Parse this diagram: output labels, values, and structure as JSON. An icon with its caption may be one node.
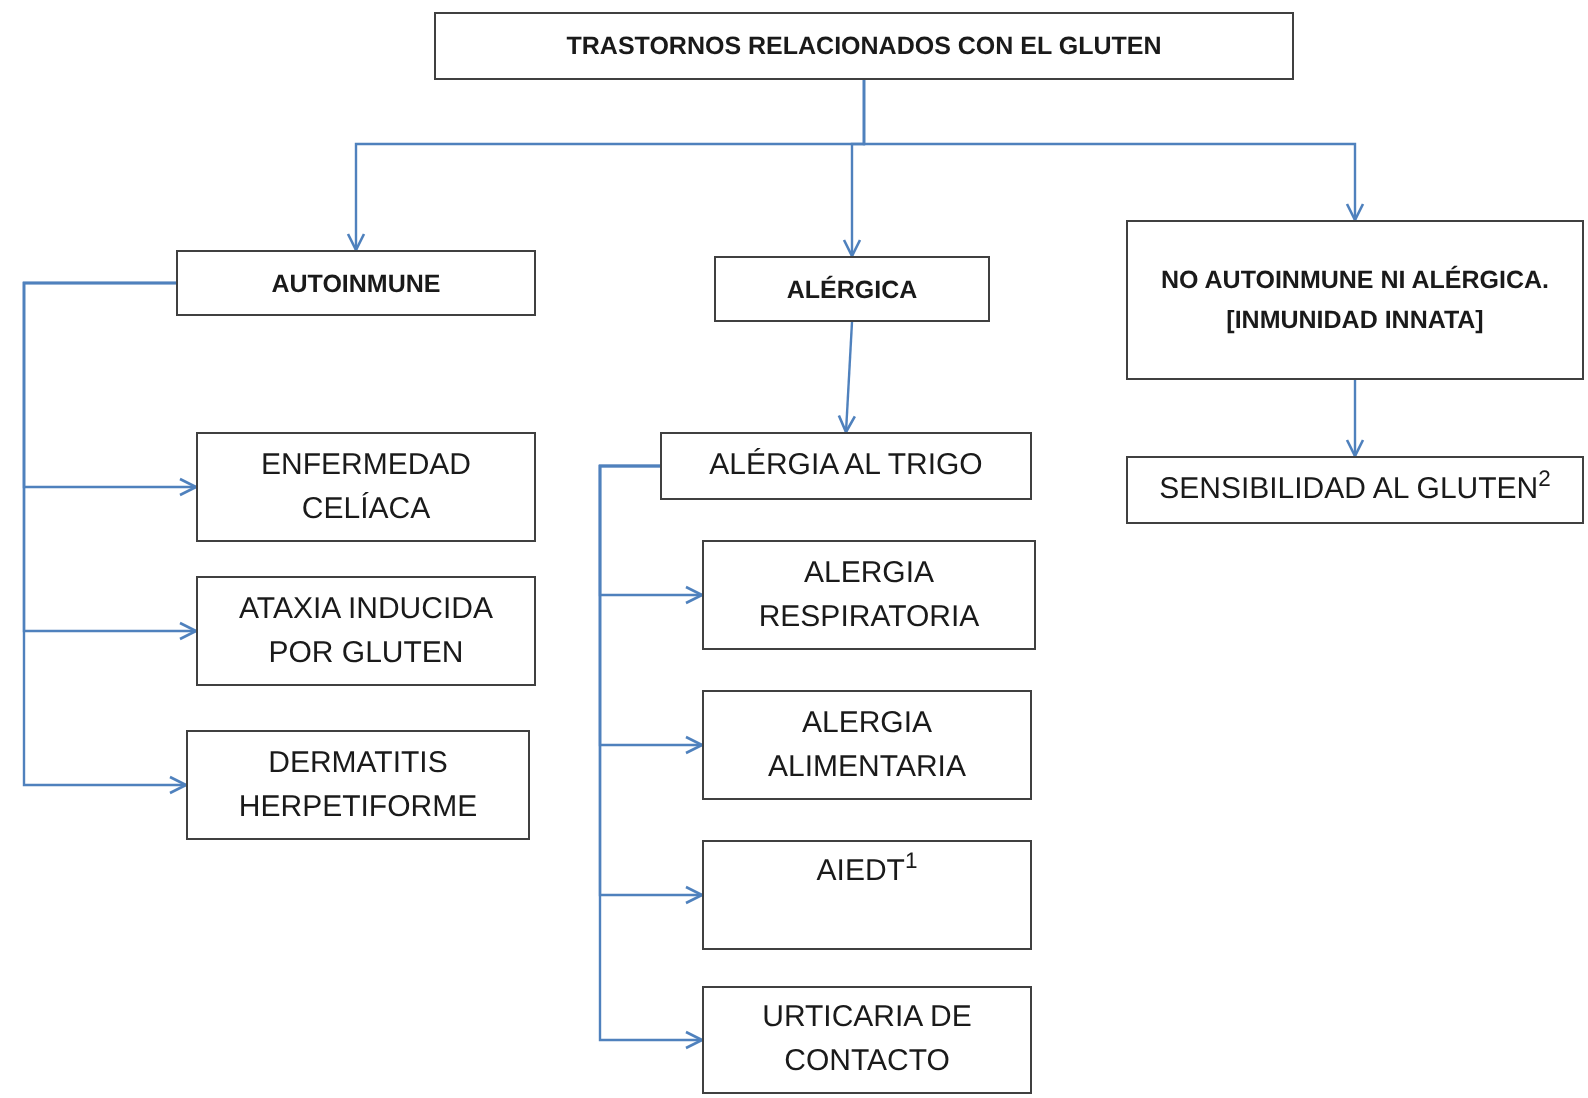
{
  "diagram": {
    "nodes": [
      {
        "text": [
          "TRASTORNOS RELACIONADOS CON EL GLUTEN"
        ]
      },
      {
        "text": [
          "AUTOINMUNE"
        ]
      },
      {
        "text": [
          "ALÉRGICA"
        ]
      },
      {
        "text": [
          "NO AUTOINMUNE NI ALÉRGICA. [INMUNIDAD INNATA]"
        ]
      },
      {
        "text": [
          "ENFERMEDAD CELÍACA"
        ]
      },
      {
        "text": [
          "ATAXIA INDUCIDA POR GLUTEN"
        ]
      },
      {
        "text": [
          "DERMATITIS HERPETIFORME"
        ]
      },
      {
        "text": [
          "ALÉRGIA AL TRIGO"
        ]
      },
      {
        "text": [
          "ALERGIA RESPIRATORIA"
        ]
      },
      {
        "text": [
          "ALERGIA ALIMENTARIA"
        ]
      },
      {
        "text": [
          "AIEDT$^{1}$"
        ]
      },
      {
        "text": [
          "URTICARIA DE CONTACTO"
        ]
      },
      {
        "text": [
          "SENSIBILIDAD AL GLUTEN$^{2}$"
        ]
      }
    ],
    "edges": [
      {
        "from": 0,
        "to": 1,
        "arrow": "to"
      },
      {
        "from": 0,
        "to": 2,
        "arrow": "to"
      },
      {
        "from": 0,
        "to": 3,
        "arrow": "to"
      },
      {
        "from": 1,
        "to": 4,
        "arrow": "to"
      },
      {
        "from": 1,
        "to": 5,
        "arrow": "to"
      },
      {
        "from": 1,
        "to": 6,
        "arrow": "to"
      },
      {
        "from": 2,
        "to": 7,
        "arrow": "to"
      },
      {
        "from": 7,
        "to": 8,
        "arrow": "to"
      },
      {
        "from": 7,
        "to": 9,
        "arrow": "to"
      },
      {
        "from": 7,
        "to": 10,
        "arrow": "to"
      },
      {
        "from": 7,
        "to": 11,
        "arrow": "to"
      },
      {
        "from": 3,
        "to": 12,
        "arrow": "to"
      }
    ]
  }
}
